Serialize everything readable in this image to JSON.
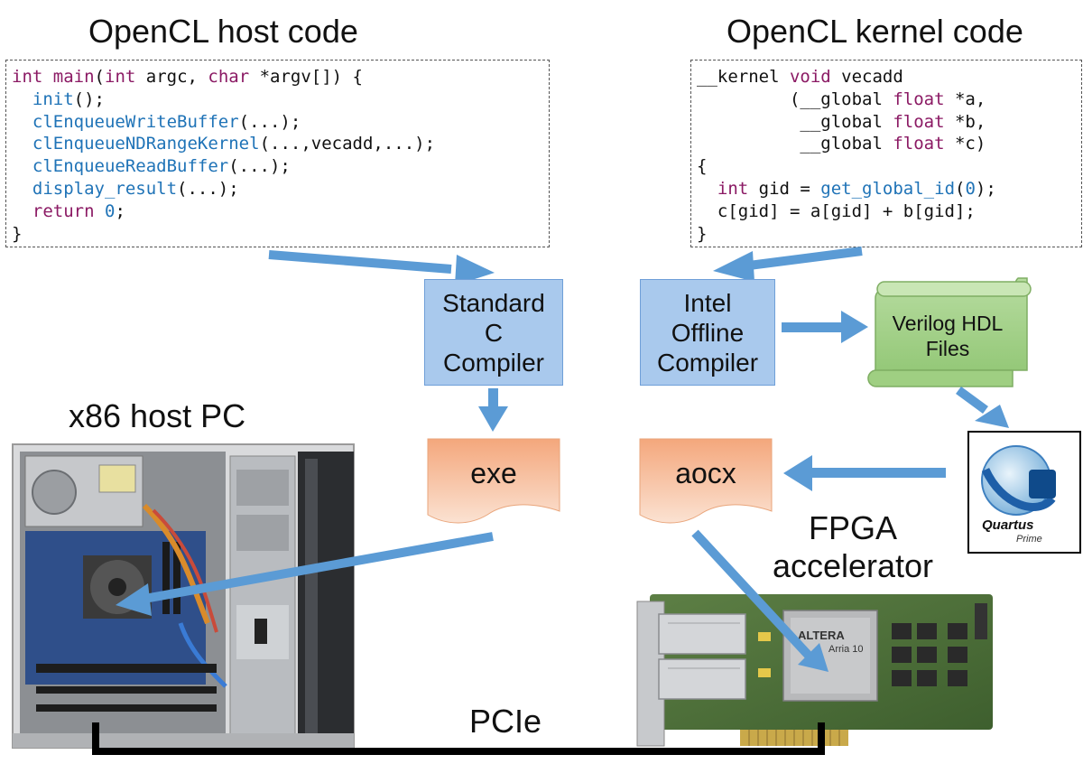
{
  "host_code": {
    "title": "OpenCL host code",
    "lines": [
      [
        [
          "kw",
          "int"
        ],
        [
          "pl",
          " "
        ],
        [
          "kw",
          "main"
        ],
        [
          "pl",
          "("
        ],
        [
          "kw",
          "int"
        ],
        [
          "pl",
          " argc, "
        ],
        [
          "kw",
          "char"
        ],
        [
          "pl",
          " *argv[]) {"
        ]
      ],
      [
        [
          "pl",
          "  "
        ],
        [
          "fn",
          "init"
        ],
        [
          "pl",
          "();"
        ]
      ],
      [
        [
          "pl",
          "  "
        ],
        [
          "fn",
          "clEnqueueWriteBuffer"
        ],
        [
          "pl",
          "(...);"
        ]
      ],
      [
        [
          "pl",
          "  "
        ],
        [
          "fn",
          "clEnqueueNDRangeKernel"
        ],
        [
          "pl",
          "(...,vecadd,...);"
        ]
      ],
      [
        [
          "pl",
          "  "
        ],
        [
          "fn",
          "clEnqueueReadBuffer"
        ],
        [
          "pl",
          "(...);"
        ]
      ],
      [
        [
          "pl",
          "  "
        ],
        [
          "fn",
          "display_result"
        ],
        [
          "pl",
          "(...);"
        ]
      ],
      [
        [
          "pl",
          "  "
        ],
        [
          "kw",
          "return"
        ],
        [
          "pl",
          " "
        ],
        [
          "nm",
          "0"
        ],
        [
          "pl",
          ";"
        ]
      ],
      [
        [
          "pl",
          "}"
        ]
      ]
    ]
  },
  "kernel_code": {
    "title": "OpenCL kernel code",
    "lines": [
      [
        [
          "pl",
          "__kernel "
        ],
        [
          "kw",
          "void"
        ],
        [
          "pl",
          " vecadd"
        ]
      ],
      [
        [
          "pl",
          "         (__global "
        ],
        [
          "kw",
          "float"
        ],
        [
          "pl",
          " *a,"
        ]
      ],
      [
        [
          "pl",
          "          __global "
        ],
        [
          "kw",
          "float"
        ],
        [
          "pl",
          " *b,"
        ]
      ],
      [
        [
          "pl",
          "          __global "
        ],
        [
          "kw",
          "float"
        ],
        [
          "pl",
          " *c)"
        ]
      ],
      [
        [
          "pl",
          "{"
        ]
      ],
      [
        [
          "pl",
          "  "
        ],
        [
          "kw",
          "int"
        ],
        [
          "pl",
          " gid = "
        ],
        [
          "fn",
          "get_global_id"
        ],
        [
          "pl",
          "("
        ],
        [
          "nm",
          "0"
        ],
        [
          "pl",
          ");"
        ]
      ],
      [
        [
          "pl",
          "  c[gid] = a[gid] + b[gid];"
        ]
      ],
      [
        [
          "pl",
          "}"
        ]
      ]
    ]
  },
  "compilers": {
    "standard": [
      "Standard",
      "C",
      "Compiler"
    ],
    "intel": [
      "Intel",
      "Offline",
      "Compiler"
    ]
  },
  "verilog": [
    "Verilog HDL",
    "Files"
  ],
  "outputs": {
    "exe": "exe",
    "aocx": "aocx"
  },
  "quartus": {
    "name": "Quartus",
    "edition": "Prime"
  },
  "labels": {
    "host_pc": "x86 host PC",
    "fpga": [
      "FPGA",
      "accelerator"
    ],
    "pcie": "PCIe"
  },
  "fpga_chip_text": [
    "ALTERA",
    "Arria 10"
  ],
  "colors": {
    "arrow": "#5b9bd5",
    "compiler_fill": "#a9c9ed",
    "doc_fill_top": "#f4b183",
    "doc_fill_bottom": "#fbe5d6",
    "scroll_fill": "#a9d18e",
    "keyword": "#8b1a64",
    "function": "#1f73b7",
    "pcie_line": "#000000",
    "pcb_green": "#4a6f38"
  }
}
